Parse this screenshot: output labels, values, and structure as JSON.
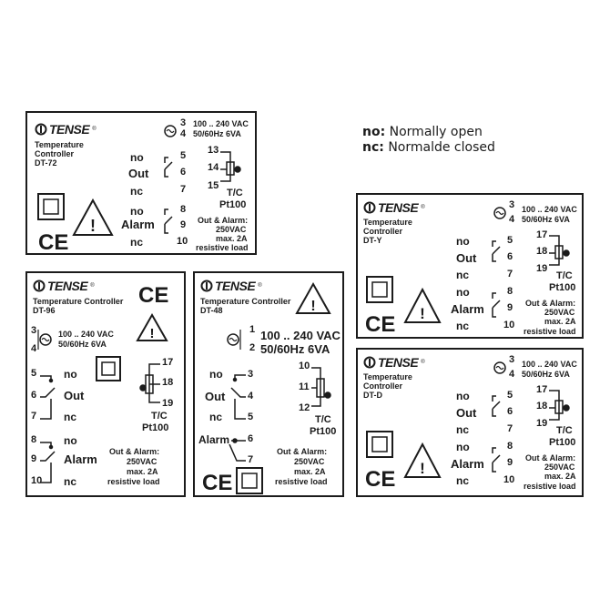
{
  "legend": {
    "no_key": "no:",
    "no_text": " Normally open",
    "nc_key": "nc:",
    "nc_text": " Normalde closed"
  },
  "brand": "TENSE",
  "common": {
    "power_line1": "100 .. 240 VAC",
    "power_line2": "50/60Hz 6VA",
    "no": "no",
    "nc": "nc",
    "out": "Out",
    "alarm": "Alarm",
    "tc": "T/C",
    "pt100": "Pt100",
    "rating_line1": "Out & Alarm:",
    "rating_line2": "250VAC",
    "rating_line3": "max. 2A",
    "rating_line4": "resistive load",
    "ce": "CE",
    "warning": "!"
  },
  "panels": {
    "dt72": {
      "title1": "Temperature",
      "title2": "Controller",
      "model": "DT-72",
      "terminals": [
        "3",
        "4",
        "5",
        "6",
        "7",
        "8",
        "9",
        "10",
        "13",
        "14",
        "15"
      ]
    },
    "dt96": {
      "title1": "Temperature Controller",
      "model": "DT-96",
      "terminals": [
        "3",
        "4",
        "5",
        "6",
        "7",
        "8",
        "9",
        "10",
        "17",
        "18",
        "19"
      ]
    },
    "dt48": {
      "title1": "Temperature Controller",
      "model": "DT-48",
      "terminals": [
        "1",
        "2",
        "3",
        "4",
        "5",
        "6",
        "7",
        "10",
        "11",
        "12"
      ]
    },
    "dty": {
      "title1": "Temperature",
      "title2": "Controller",
      "model": "DT-Y",
      "terminals": [
        "3",
        "4",
        "5",
        "6",
        "7",
        "8",
        "9",
        "10",
        "17",
        "18",
        "19"
      ]
    },
    "dtd": {
      "title1": "Temperature",
      "title2": "Controller",
      "model": "DT-D",
      "terminals": [
        "3",
        "4",
        "5",
        "6",
        "7",
        "8",
        "9",
        "10",
        "17",
        "18",
        "19"
      ]
    }
  }
}
